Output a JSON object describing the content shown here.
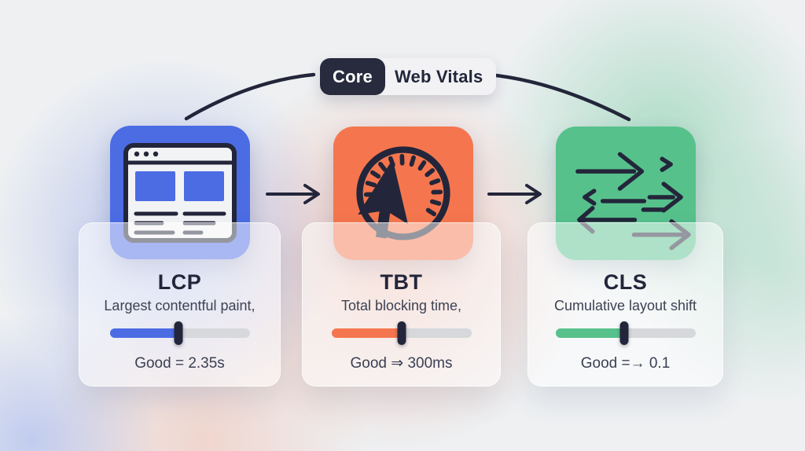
{
  "badge": {
    "primary": "Core",
    "secondary": "Web Vitals"
  },
  "colors": {
    "blue": "#4c6ce4",
    "orange": "#f5764e",
    "green": "#57c18c",
    "dark": "#23263a",
    "track_gray": "#d6d8db",
    "background": "#eef0f2"
  },
  "icons": {
    "lcp": "browser-window-icon",
    "tbt": "speed-dial-cursor-icon",
    "cls": "layout-shift-arrows-icon",
    "flow": "right-arrow-icon",
    "connector": "curved-connector-line"
  },
  "metrics": [
    {
      "id": "lcp",
      "title": "LCP",
      "description": "Largest contentful paint,",
      "good_label": "Good = 2.35s",
      "accent": "#4c6ce4",
      "slider_percent": 49
    },
    {
      "id": "tbt",
      "title": "TBT",
      "description": "Total blocking time,",
      "good_label": "Good ⇒ 300ms",
      "accent": "#f5764e",
      "slider_percent": 50
    },
    {
      "id": "cls",
      "title": "CLS",
      "description": "Cumulative layout shift",
      "good_label": "Good =→ 0.1",
      "accent": "#57c18c",
      "slider_percent": 49
    }
  ]
}
